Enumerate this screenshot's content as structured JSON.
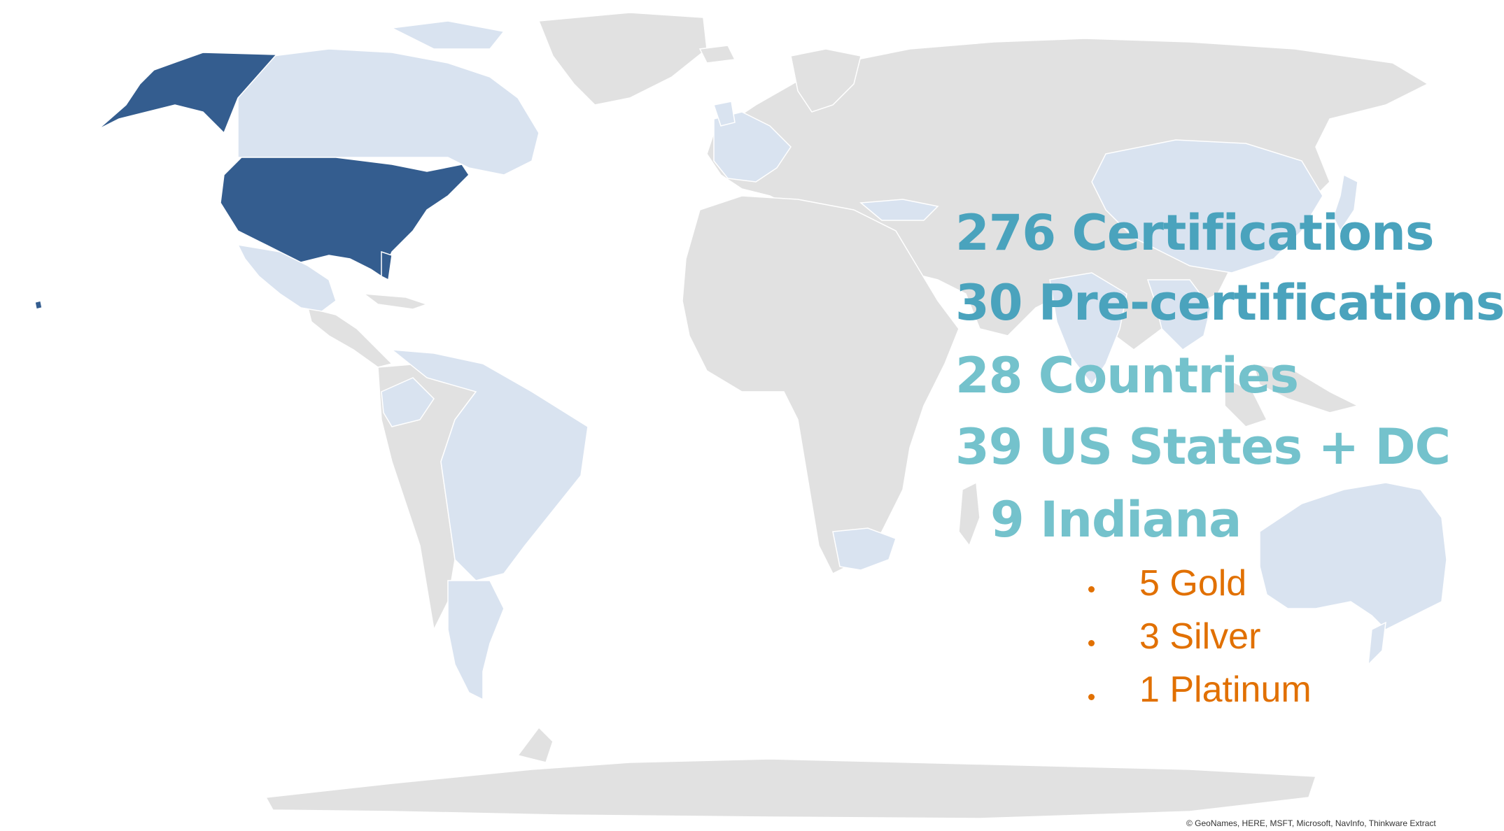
{
  "colors": {
    "background": "#ffffff",
    "land_none": "#e1e1e1",
    "land_low": "#d9e3f0",
    "land_high": "#345d8f",
    "stat_primary": "#4aa3bd",
    "stat_secondary": "#74c2cc",
    "breakdown": "#e17000"
  },
  "stats": [
    {
      "text": "276 Certifications"
    },
    {
      "text": "30 Pre-certifications"
    },
    {
      "text": "28 Countries"
    },
    {
      "text": "39 US States + DC"
    },
    {
      "text": "9 Indiana"
    }
  ],
  "breakdown": [
    {
      "text": "5 Gold"
    },
    {
      "text": "3 Silver"
    },
    {
      "text": "1 Platinum"
    }
  ],
  "attribution": "© GeoNames, HERE, MSFT, Microsoft, NavInfo, Thinkware Extract"
}
